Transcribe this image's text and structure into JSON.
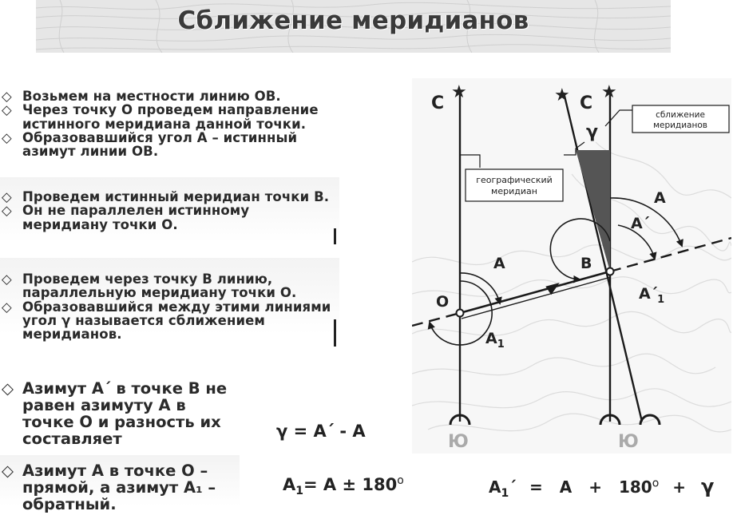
{
  "title": "Сближение меридианов",
  "bullet_mark": "◇",
  "block1": [
    "Возьмем на местности линию ОВ.",
    "Через точку О проведем направление истинного меридиана данной точки.",
    "Образовавшийся угол А – истинный азимут линии ОВ."
  ],
  "block2": [
    "Проведем истинный меридиан точки В.",
    "Он не параллелен истинному меридиану точки О."
  ],
  "block3": [
    "Проведем через точку В линию, параллельную меридиану точки О.",
    "Образовавшийся между этими линиями угол γ называется сближением меридианов."
  ],
  "block4": [
    "Азимут А΄ в точке В не равен азимуту А в точке О и разность их составляет"
  ],
  "block5": [
    "Азимут А в точке О – прямой, а азимут А₁ – обратный."
  ],
  "formula1": "γ = А΄ - А",
  "formula2": {
    "a": "А",
    "sub": "1",
    "rest": "= А ± 180",
    "deg": "о"
  },
  "formula3": {
    "a": "А",
    "sub": "1",
    "prime": "΄",
    "eq": "=",
    "b": "А",
    "plus1": "+",
    "c": "180",
    "deg": "о",
    "plus2": "+",
    "d": "γ"
  },
  "diagram": {
    "labels": {
      "north_left": "С",
      "north_right": "С",
      "south_left": "Ю",
      "south_right": "Ю",
      "point_o": "О",
      "point_b": "В",
      "angle_a_o": "А",
      "angle_a_b": "А",
      "angle_a_prime": "А΄",
      "angle_a1_o_main": "А",
      "angle_a1_o_sub": "1",
      "angle_a1_b_main": "А΄",
      "angle_a1_b_sub": "1",
      "gamma": "γ",
      "star": "★"
    },
    "callouts": {
      "geo_line1": "географический",
      "geo_line2": "меридиан",
      "conv_line1": "сближение",
      "conv_line2": "меридианов"
    },
    "colors": {
      "wedge": "#555555",
      "lines": "#1a1a1a"
    }
  }
}
